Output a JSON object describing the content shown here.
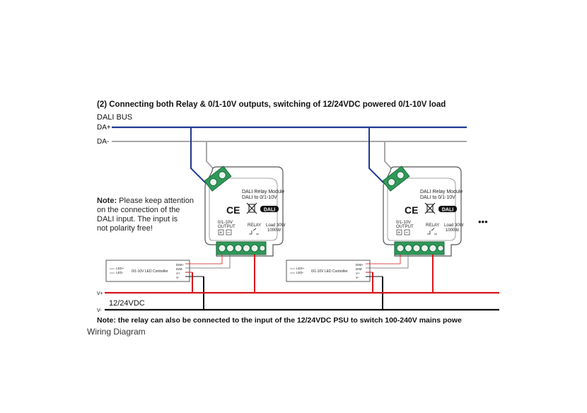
{
  "title": "(2) Connecting both Relay & 0/1-10V outputs, switching of 12/24VDC powered 0/1-10V load",
  "bus": {
    "label": "DALI BUS",
    "plus": "DA+",
    "minus": "DA-"
  },
  "note_polarity": [
    "Note: Please keep attention",
    "on the connection of the",
    "DALI input. The input is",
    "not polarity free!"
  ],
  "module": {
    "name": "DALI Relay Module",
    "model_left": "DALI to 0/1-10V",
    "model_right": "DALI to 0/1-10V",
    "ce": "CE",
    "dali_logo": "DALI",
    "output_label_1": "0/1-10V",
    "output_label_2": "OUTPUT",
    "plus_sign": "+",
    "minus_sign": "−",
    "relay_label": "RELAY",
    "load_label_1": "Load 30W",
    "load_label_2": "1000W"
  },
  "led_controller": {
    "name": "0/1-10V LED Controller",
    "dim_plus": "DIM+",
    "dim_minus": "DIM-",
    "v_plus": "V+",
    "v_minus": "V-",
    "led_plus": "LED+",
    "led_minus": "LED-"
  },
  "power": {
    "v_plus": "V+",
    "v_minus": "V-",
    "voltage": "12/24VDC"
  },
  "ellipsis": "•••",
  "note_bottom": "Note: the relay can also be connected to the input of the 12/24VDC PSU to switch 100-240V mains powe",
  "caption": "Wiring Diagram",
  "colors": {
    "dali_plus_wire": "#1f3a8f",
    "dali_minus_wire": "#a7a7a7",
    "vplus_wire": "#d7151a",
    "vminus_wire": "#111111",
    "terminal_green": "#2e9a59"
  }
}
